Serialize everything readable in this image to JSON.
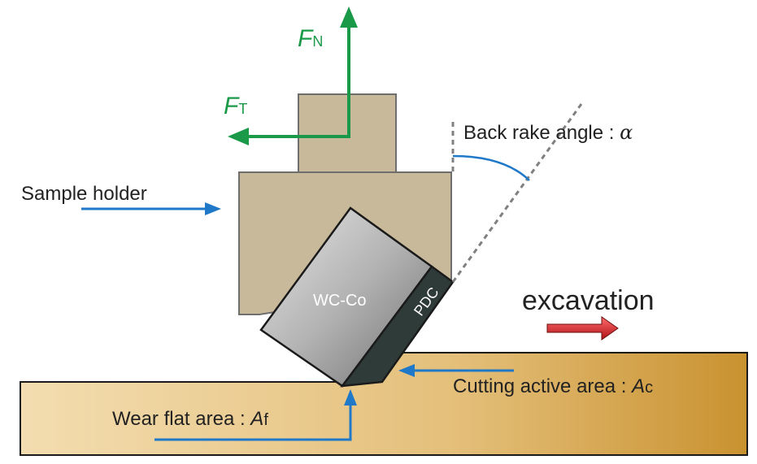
{
  "labels": {
    "sample_holder": "Sample holder",
    "back_rake": "Back rake angle : ",
    "alpha": "α",
    "excavation": "excavation",
    "cutting_active_prefix": "Cutting active area : ",
    "cutting_active_var": "A",
    "cutting_active_sub": "c",
    "wear_flat_prefix": "Wear flat area : ",
    "wear_flat_var": "A",
    "wear_flat_sub": "f",
    "wc_co": "WC-Co",
    "pdc": "PDC",
    "fn_var": "F",
    "fn_sub": "N",
    "ft_var": "F",
    "ft_sub": "T"
  },
  "colors": {
    "rock_light": "#f0d9a8",
    "rock_dark": "#c9972e",
    "holder": "#c8b99a",
    "force_arrow": "#1a9a48",
    "blue_arrow": "#1f78c8",
    "red_arrow": "#d9242a",
    "pdc_layer": "#2f3b38",
    "wc_co_light": "#d8d8d8",
    "wc_co_dark": "#7d7d7d"
  }
}
